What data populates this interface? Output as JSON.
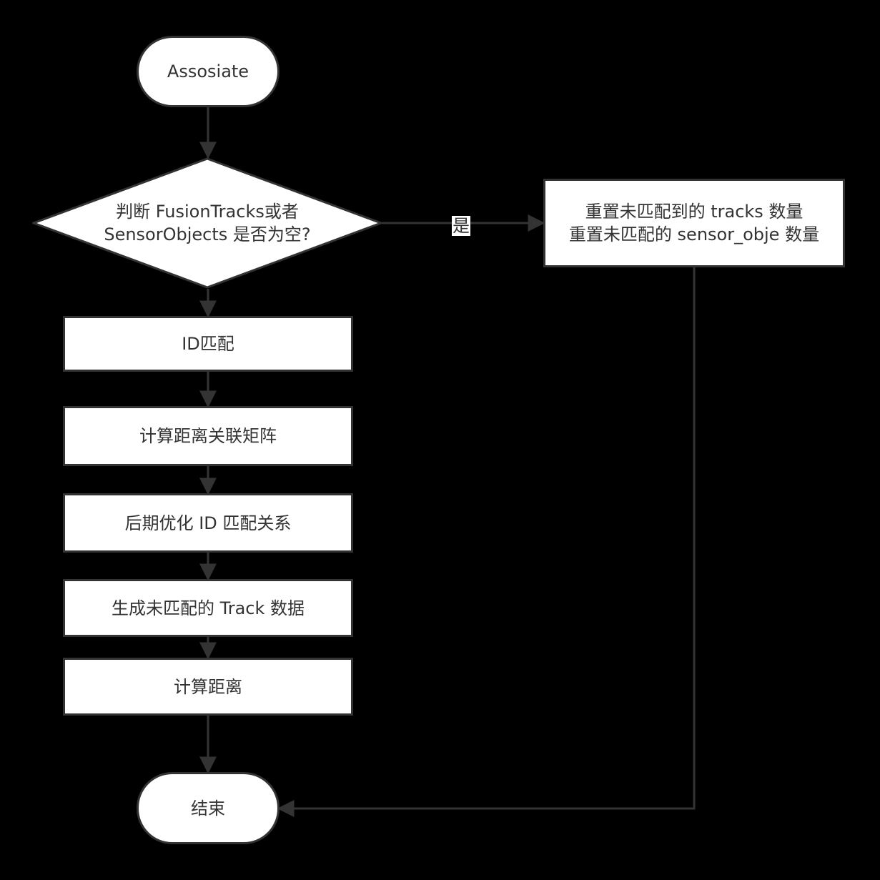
{
  "nodes": {
    "start": {
      "label": "Assosiate"
    },
    "decision": {
      "line1": "判断 FusionTracks或者",
      "line2": "SensorObjects 是否为空?"
    },
    "reset": {
      "line1": "重置未匹配到的 tracks 数量",
      "line2": "重置未匹配的 sensor_obje 数量"
    },
    "id_match": {
      "label": "ID匹配"
    },
    "compute_matrix": {
      "label": "计算距离关联矩阵"
    },
    "optimize": {
      "label": "后期优化 ID 匹配关系"
    },
    "gen_unmatched": {
      "label": "生成未匹配的 Track 数据"
    },
    "compute_distance": {
      "label": "计算距离"
    },
    "end": {
      "label": "结束"
    }
  },
  "edges": {
    "yes_label": "是"
  },
  "colors": {
    "background": "#000000",
    "node_fill": "#ffffff",
    "stroke": "#333333",
    "text": "#333333"
  }
}
